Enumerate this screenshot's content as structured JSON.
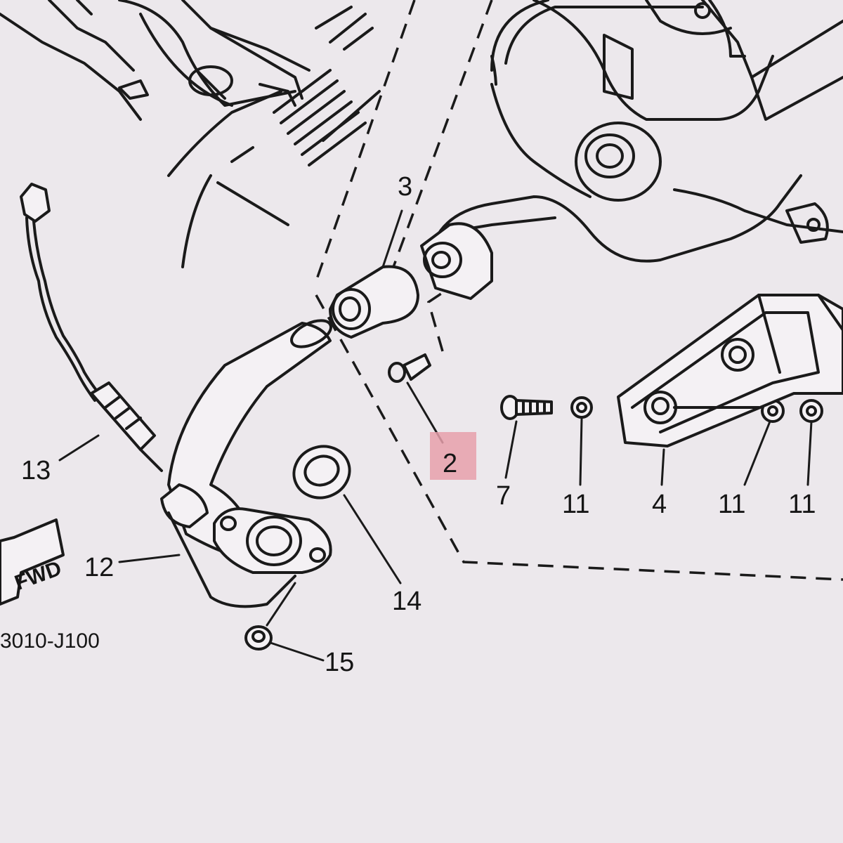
{
  "diagram": {
    "callouts": {
      "c2": "2",
      "c3": "3",
      "c4": "4",
      "c7": "7",
      "c11a": "11",
      "c11b": "11",
      "c11c": "11",
      "c12": "12",
      "c13": "13",
      "c14": "14",
      "c15": "15"
    },
    "fwd_marker": "FWD",
    "figure_code": "3010-J100",
    "highlight_color": "#e8a0ac",
    "line_color": "#1a1a1a",
    "background_color": "#ece8ec"
  }
}
